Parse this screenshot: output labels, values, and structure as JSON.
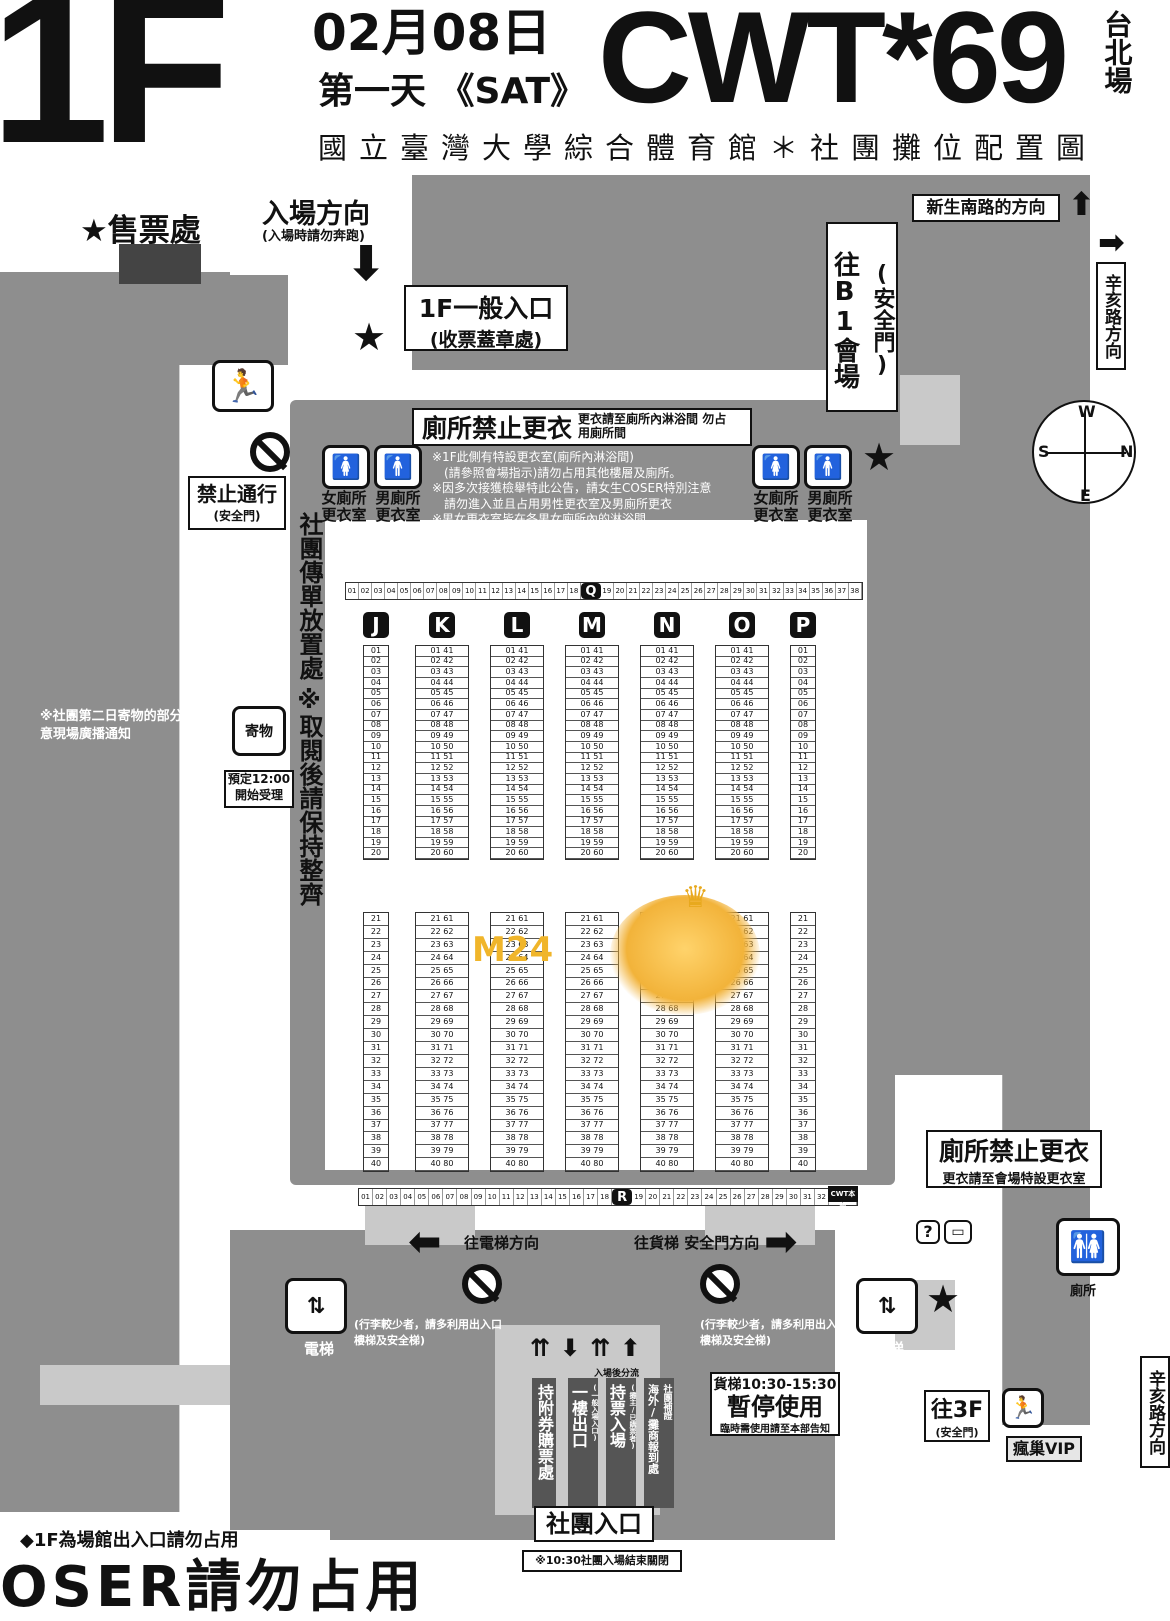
{
  "header": {
    "floor": "1F",
    "date": "02月08日",
    "day": "第一天 《SAT》",
    "event": "CWT*69",
    "city": "台北場",
    "venue": "國立臺灣大學綜合體育館＊社團攤位配置圖"
  },
  "labels": {
    "ticket_office": "★售票處",
    "entry_direction": "入場方向",
    "entry_direction_note": "(入場時請勿奔跑)",
    "general_entrance": "1F一般入口",
    "general_entrance_note": "(收票蓋章處)",
    "xinsheng_direction": "新生南路的方向",
    "to_b1": "往B1會場",
    "to_b1_note": "(安全門)",
    "xinhai_direction_top": "辛亥路方向",
    "xinhai_direction_bottom": "辛亥路方向",
    "no_changing_top": "廁所禁止更衣",
    "no_changing_top_note": "更衣請至廁所內淋浴間 勿占用廁所間",
    "no_entry": "禁止通行",
    "no_entry_note": "(安全門)",
    "notice_1": "※1F此側有特設更衣室(廁所內淋浴間)",
    "notice_2": "(請參照會場指示)請勿占用其他樓層及廁所。",
    "notice_3": "※因多次接獲檢舉特此公告，請女生COSER特別注意",
    "notice_4": "請勿進入並且占用男性更衣室及男廁所更衣",
    "notice_5": "※男女更衣室皆在各男女廁所內的淋浴間。",
    "women_left": "女廁所 更衣室",
    "men_left": "男廁所 更衣室",
    "women_right": "女廁所 更衣室",
    "men_right": "男廁所 更衣室",
    "flyer_area": "社團傳單放置處",
    "flyer_note": "※取閱後請保持整齊",
    "storage_notice": "※社團第二日寄物的部分 請注意現場廣播通知",
    "storage_icon": "寄物",
    "storage_time": "預定12:00 開始受理",
    "no_changing_right": "廁所禁止更衣",
    "no_changing_right_note": "更衣請至會場特設更衣室",
    "elevator_direction": "往電梯方向",
    "freight_direction": "往貨梯 安全門方向",
    "luggage_note_left": "(行李較少者，請多利用出入口樓梯及安全梯)",
    "luggage_note_right": "(行李較少者，請多利用出入口樓梯及安全梯)",
    "elevator": "電梯",
    "freight_elevator": "貨梯",
    "toilet": "廁所",
    "freight_pause_time": "貨梯10:30-15:30",
    "freight_pause": "暫停使用",
    "freight_pause_note": "臨時需使用請至本部告知",
    "to_3f": "往3F",
    "to_3f_note": "(安全門)",
    "vip": "瘋巢VIP",
    "gate_1": "持附券購票處",
    "gate_2": "一樓出口",
    "gate_2_note": "(一般入場入口)",
    "gate_3": "持票入場",
    "gate_3_note": "(攤主/已購票者)",
    "gate_4": "海外/攤商報到處",
    "gate_4_note": "社團補證",
    "entry_split": "入場後分流",
    "club_entrance": "社團入口",
    "club_close": "※10:30社團入場結束關閉",
    "footer_note": "◆1F為場館出入口請勿占用",
    "footer_big": "OSER請勿占用",
    "row_top_letter": "Q",
    "row_bottom_letter": "R",
    "cwt_hq": "CWT本部",
    "marker": "M24",
    "compass_n": "N",
    "compass_s": "S",
    "compass_e": "E",
    "compass_w": "W",
    "left_arrow_text": "◀",
    "right_arrow_text": "▶"
  },
  "columns": [
    "J",
    "K",
    "L",
    "M",
    "N",
    "O",
    "P"
  ],
  "colors": {
    "floor_grey": "#8e8e8e",
    "light_grey": "#c9c9c9",
    "marker_gold": "#f0b52a"
  }
}
